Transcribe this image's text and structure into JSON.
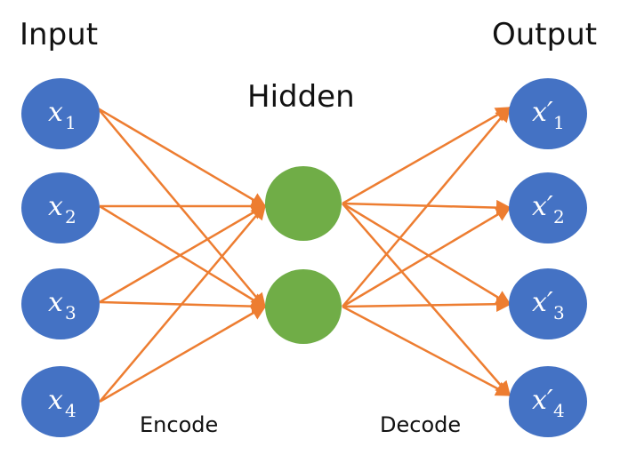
{
  "labels": {
    "input": "Input",
    "hidden": "Hidden",
    "output": "Output",
    "encode": "Encode",
    "decode": "Decode"
  },
  "input_nodes": [
    {
      "var": "x",
      "sub": "1"
    },
    {
      "var": "x",
      "sub": "2"
    },
    {
      "var": "x",
      "sub": "3"
    },
    {
      "var": "x",
      "sub": "4"
    }
  ],
  "output_nodes": [
    {
      "var": "x′",
      "sub": "1"
    },
    {
      "var": "x′",
      "sub": "2"
    },
    {
      "var": "x′",
      "sub": "3"
    },
    {
      "var": "x′",
      "sub": "4"
    }
  ],
  "hidden_node_count": 2,
  "colors": {
    "input_node": "#4472c4",
    "output_node": "#4472c4",
    "hidden_node": "#70ad47",
    "arrow": "#ed7d31"
  }
}
